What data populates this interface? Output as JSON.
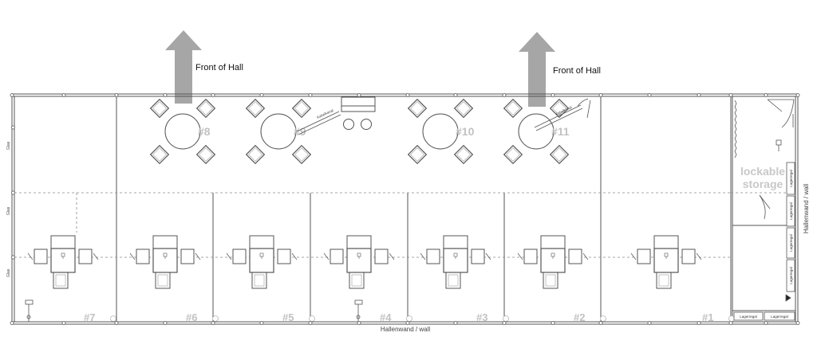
{
  "annotations": {
    "front_label": "Front of Hall",
    "storage_label": [
      "lockable",
      "storage"
    ],
    "wall_bottom": "Hallenwand / wall",
    "wall_right": "Hallenwand / wall",
    "side_label": "Glas",
    "shelf_label": "Lagerregal",
    "cable_label": "Kabelkanal"
  },
  "colors": {
    "line": "#555555",
    "grid_dash": "#8a8a8a",
    "arrow": "#a6a6a6",
    "table_number": "#c2c2c2",
    "storage_text": "#c8c8c8"
  },
  "round_tables": [
    {
      "number": "#8"
    },
    {
      "number": "#9"
    },
    {
      "number": "#10"
    },
    {
      "number": "#11"
    }
  ],
  "booths": [
    {
      "number": "#7"
    },
    {
      "number": "#6"
    },
    {
      "number": "#5"
    },
    {
      "number": "#4"
    },
    {
      "number": "#3"
    },
    {
      "number": "#2"
    },
    {
      "number": "#1"
    }
  ]
}
